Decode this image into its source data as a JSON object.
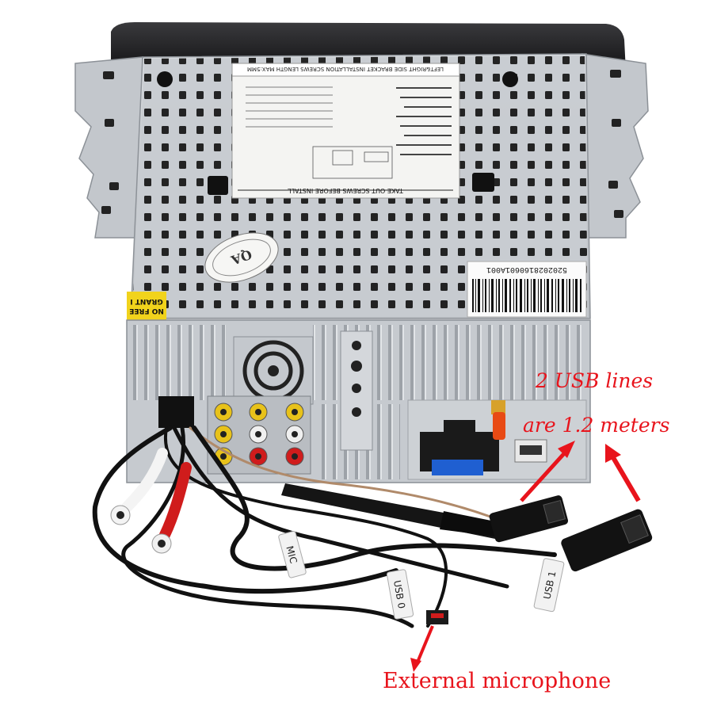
{
  "annotations": {
    "usb_line_1": "2 USB lines",
    "usb_line_2": "are 1.2 meters",
    "microphone": "External microphone"
  },
  "chassis": {
    "label_bar_text": "LEFT&RIGHT SIDE BRACKET INSTALLATION SCREWS LENGTH MAX:5MM",
    "label_bottom_text": "TAKE OUT SCREWS BEFORE INSTALL",
    "barcode_number": "5202028160601A001",
    "qa_stamp": "QA",
    "warning_sticker_line1": "NO FREE",
    "warning_sticker_line2": "GRANT I"
  },
  "cable_tags": {
    "mic": "MIC",
    "usb0": "USB 0",
    "usb1": "USB 1"
  },
  "colors": {
    "annotation": "#e8141c",
    "chassis": "#c9cdd2",
    "bezel": "#1b1b1d",
    "cable": "#111111",
    "rca_yellow": "#e8c21a",
    "rca_white": "#f0f0f0",
    "rca_red": "#d01c1c"
  }
}
